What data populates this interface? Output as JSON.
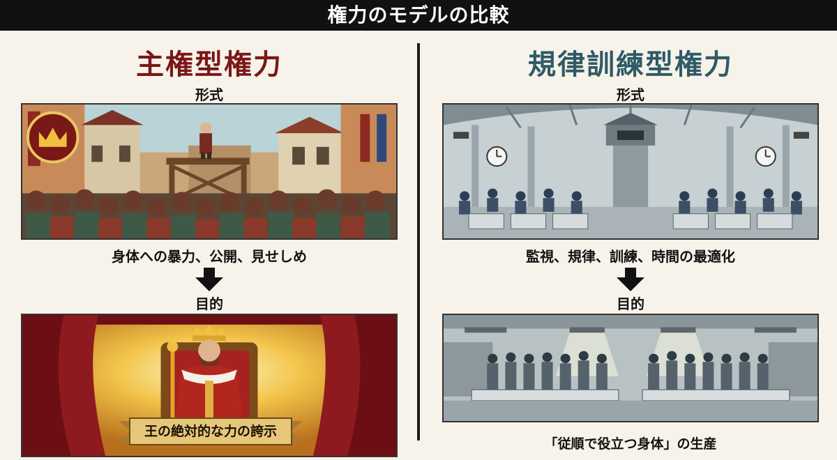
{
  "page_title": "権力のモデルの比較",
  "left": {
    "heading": "主権型権力",
    "form_label": "形式",
    "form_caption": "身体への暴力、公開、見せしめ",
    "purpose_label": "目的",
    "purpose_caption": "王の絶対的な力の誇示",
    "accent_color": "#7a1717"
  },
  "right": {
    "heading": "規律訓練型権力",
    "form_label": "形式",
    "form_caption": "監視、規律、訓練、時間の最適化",
    "purpose_label": "目的",
    "purpose_caption": "「従順で役立つ身体」の生産",
    "accent_color": "#2e5b66"
  }
}
